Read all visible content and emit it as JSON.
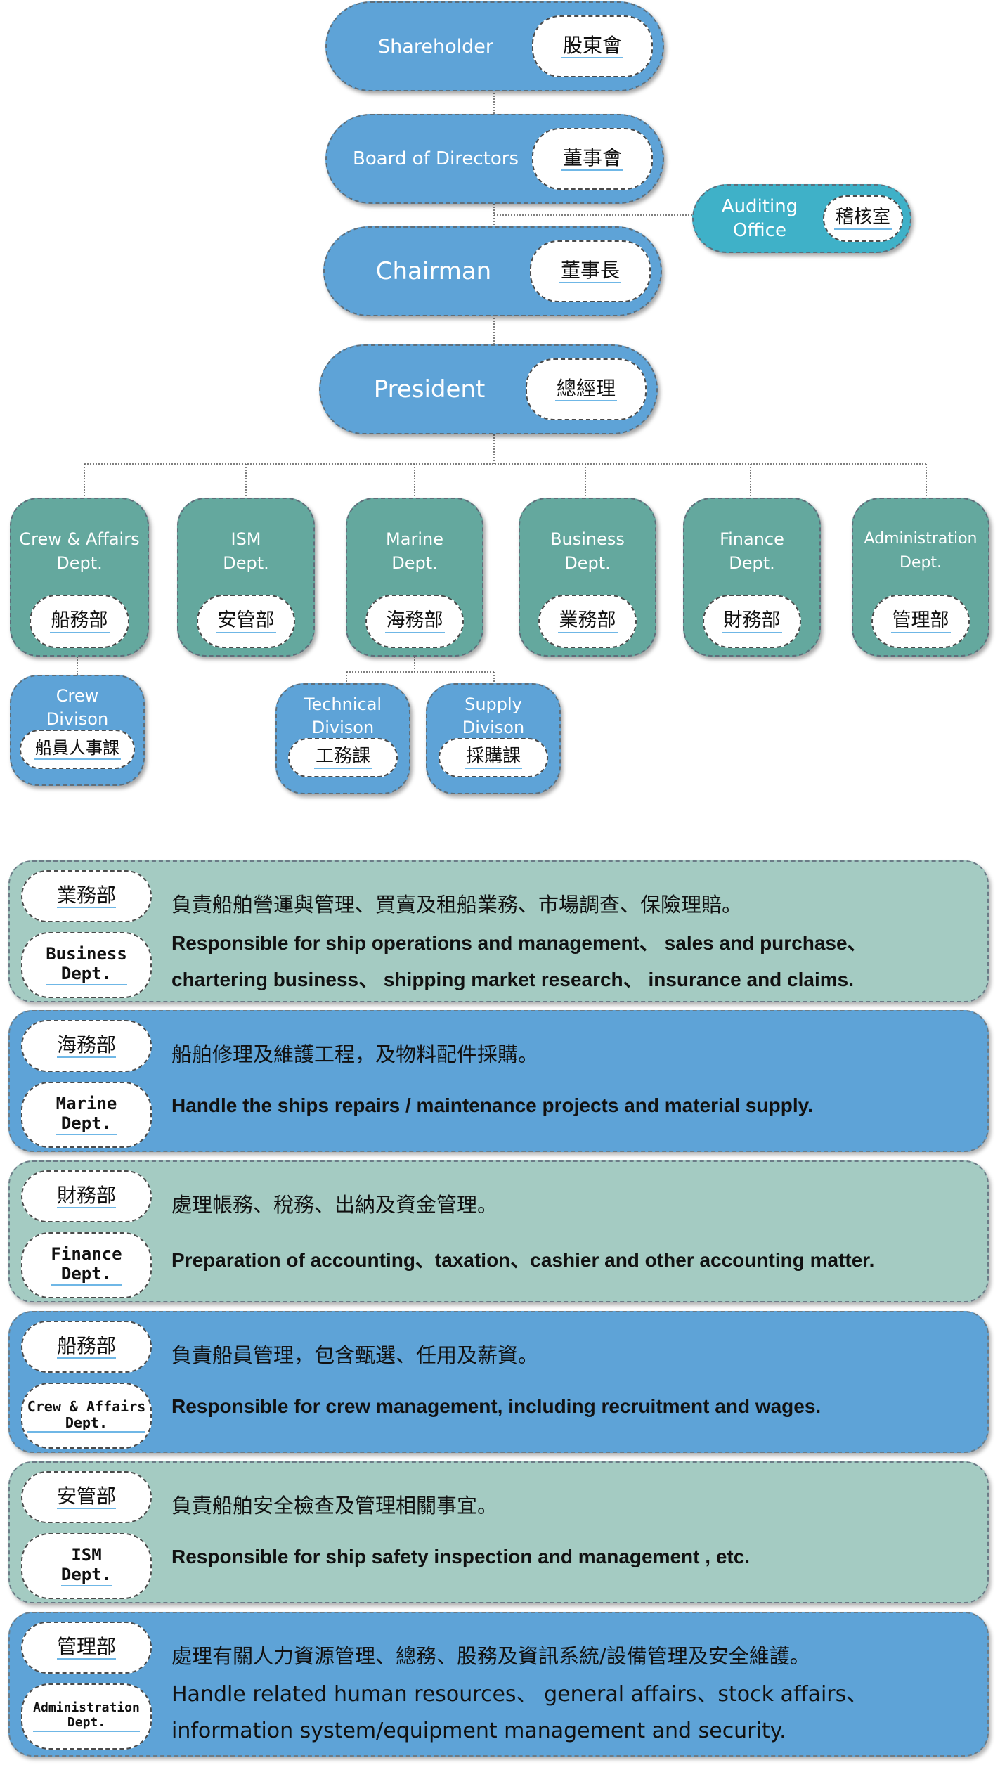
{
  "org": {
    "shareholder": {
      "en": "Shareholder",
      "zh": "股東會"
    },
    "board": {
      "en": "Board of Directors",
      "zh": "董事會"
    },
    "auditing": {
      "en": "Auditing\nOffice",
      "zh": "稽核室"
    },
    "chairman": {
      "en": "Chairman",
      "zh": "董事長"
    },
    "president": {
      "en": "President",
      "zh": "總經理"
    },
    "depts": [
      {
        "en": "Crew & Affairs\nDept.",
        "zh": "船務部"
      },
      {
        "en": "ISM\nDept.",
        "zh": "安管部"
      },
      {
        "en": "Marine\nDept.",
        "zh": "海務部"
      },
      {
        "en": "Business\nDept.",
        "zh": "業務部"
      },
      {
        "en": "Finance\nDept.",
        "zh": "財務部"
      },
      {
        "en": "Administration\nDept.",
        "zh": "管理部"
      }
    ],
    "divisions": [
      {
        "en": "Crew\nDivison",
        "zh": "船員人事課"
      },
      {
        "en": "Technical\nDivison",
        "zh": "工務課"
      },
      {
        "en": "Supply\nDivison",
        "zh": "採購課"
      }
    ]
  },
  "panels": [
    {
      "zh_badge": "業務部",
      "en_badge": "Business\nDept.",
      "zh": "負責船舶營運與管理、買賣及租船業務、市場調查、保險理賠。",
      "en_lines": [
        "Responsible for ship operations and management、  sales and purchase、",
        "chartering business、 shipping market research、 insurance and claims."
      ]
    },
    {
      "zh_badge": "海務部",
      "en_badge": "Marine\nDept.",
      "zh": "船舶修理及維護工程，及物料配件採購。",
      "en": "Handle the ships repairs / maintenance projects and material supply."
    },
    {
      "zh_badge": "財務部",
      "en_badge": "Finance\nDept.",
      "zh": "處理帳務、稅務、出納及資金管理。",
      "en": "Preparation of  accounting、taxation、cashier and other accounting matter."
    },
    {
      "zh_badge": "船務部",
      "en_badge": "Crew & Affairs\nDept.",
      "zh": "負責船員管理，包含甄選、任用及薪資。",
      "en": "Responsible for crew management, including recruitment and wages."
    },
    {
      "zh_badge": "安管部",
      "en_badge": "ISM\nDept.",
      "zh": "負責船舶安全檢查及管理相關事宜。",
      "en": "Responsible for ship safety inspection and management , etc."
    },
    {
      "zh_badge": "管理部",
      "en_badge": "Administration\nDept.",
      "zh": "處理有關人力資源管理、總務、股務及資訊系統/設備管理及安全維護。",
      "en_lines": [
        "Handle related human resources、 general affairs、stock affairs、",
        "information system/equipment management and security."
      ]
    }
  ],
  "colors": {
    "blue": "#5ea3d7",
    "teal": "#64a89e",
    "light_teal": "#a4cbc2",
    "cyan": "#3fb1c8"
  }
}
